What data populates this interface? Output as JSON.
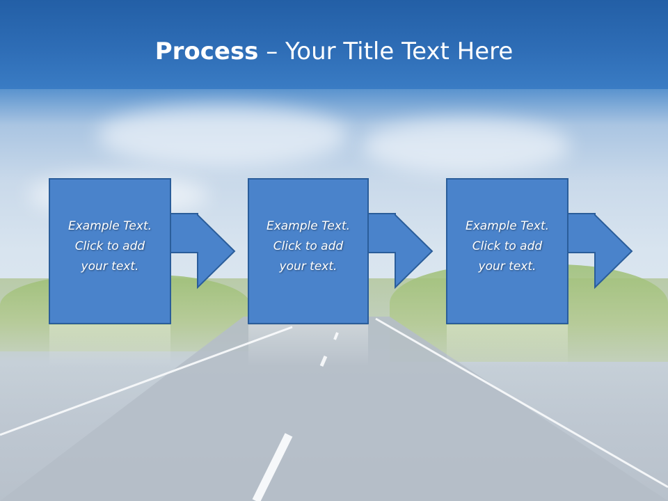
{
  "slide": {
    "title_bold": "Process",
    "title_rest": " – Your Title Text Here"
  },
  "steps": [
    {
      "line1": "Example Text.",
      "line2": "Click  to add",
      "line3": "your text."
    },
    {
      "line1": "Example Text.",
      "line2": "Click  to add",
      "line3": "your text."
    },
    {
      "line1": "Example Text.",
      "line2": "Click  to add",
      "line3": "your text."
    }
  ],
  "colors": {
    "box_fill": "#4a83cb",
    "box_stroke": "#2a5d9a",
    "header": "#2e6db6"
  }
}
